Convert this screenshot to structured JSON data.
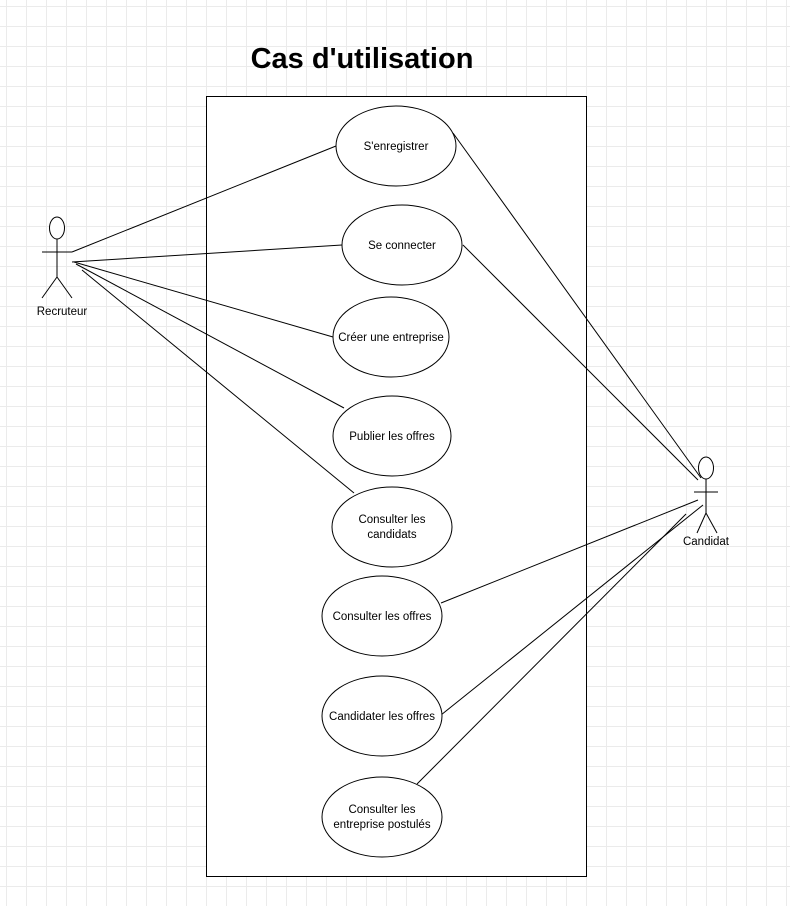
{
  "diagram": {
    "title": "Cas d'utilisation",
    "actors": {
      "recruteur": "Recruteur",
      "candidat": "Candidat"
    },
    "use_cases": [
      {
        "id": "uc1",
        "lines": [
          "S'enregistrer"
        ]
      },
      {
        "id": "uc2",
        "lines": [
          "Se connecter"
        ]
      },
      {
        "id": "uc3",
        "lines": [
          "Créer une entreprise"
        ]
      },
      {
        "id": "uc4",
        "lines": [
          "Publier les offres"
        ]
      },
      {
        "id": "uc5",
        "lines": [
          "Consulter les",
          "candidats"
        ]
      },
      {
        "id": "uc6",
        "lines": [
          "Consulter les offres"
        ]
      },
      {
        "id": "uc7",
        "lines": [
          "Candidater les offres"
        ]
      },
      {
        "id": "uc8",
        "lines": [
          "Consulter les",
          "entreprise postulés"
        ]
      }
    ]
  }
}
